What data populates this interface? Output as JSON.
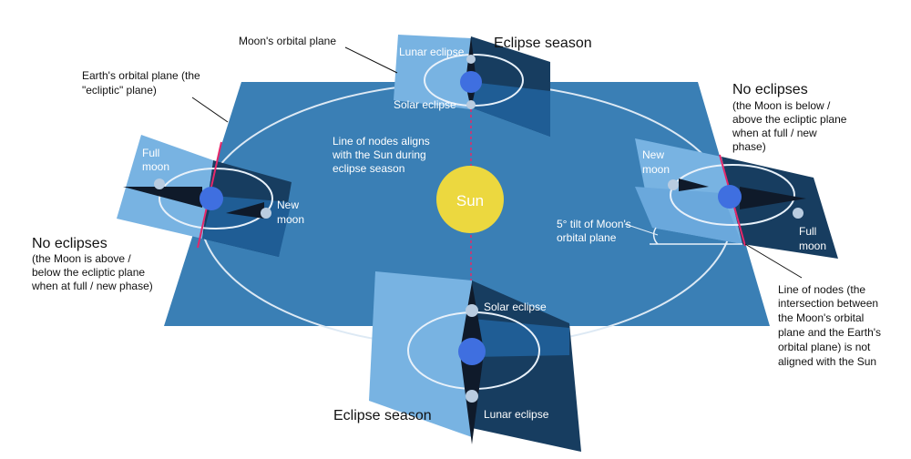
{
  "title_top": "Eclipse season",
  "title_bottom": "Eclipse season",
  "sun_label": "Sun",
  "labels": {
    "moons_orbital_plane": "Moon's orbital plane",
    "earths_orbital_plane_l1": "Earth's orbital plane (the",
    "earths_orbital_plane_l2": "\"ecliptic\" plane)",
    "line_nodes_sun_l1": "Line of nodes aligns",
    "line_nodes_sun_l2": "with the Sun during",
    "line_nodes_sun_l3": "eclipse season",
    "tilt_l1": "5° tilt of Moon's",
    "tilt_l2": "orbital plane",
    "lunar_eclipse_top": "Lunar eclipse",
    "solar_eclipse_top": "Solar eclipse",
    "solar_eclipse_bottom": "Solar eclipse",
    "lunar_eclipse_bottom": "Lunar eclipse"
  },
  "left_block": {
    "heading": "No eclipses",
    "line1": "(the Moon is above /",
    "line2": "below the ecliptic plane",
    "line3": "when at full / new phase)",
    "full_l1": "Full",
    "full_l2": "moon",
    "new_l1": "New",
    "new_l2": "moon"
  },
  "right_block": {
    "heading": "No eclipses",
    "line1": "(the Moon is below /",
    "line2": "above the ecliptic plane",
    "line3": "when at full / new",
    "line4": "phase)",
    "new_l1": "New",
    "new_l2": "moon",
    "full_l1": "Full",
    "full_l2": "moon"
  },
  "nodes_note": {
    "line1": "Line of nodes (the",
    "line2": "intersection between",
    "line3": "the Moon's orbital",
    "line4": "plane and the Earth's",
    "line5": "orbital plane) is not",
    "line6": "aligned with the Sun"
  },
  "colors": {
    "ecliptic": "#3a7fb5",
    "moon_plane_light": "#78b3e2",
    "moon_plane_dark": "#123a5c",
    "sun": "#ecd83f",
    "earth": "#3f6fe0",
    "node_line": "#e4286a"
  }
}
